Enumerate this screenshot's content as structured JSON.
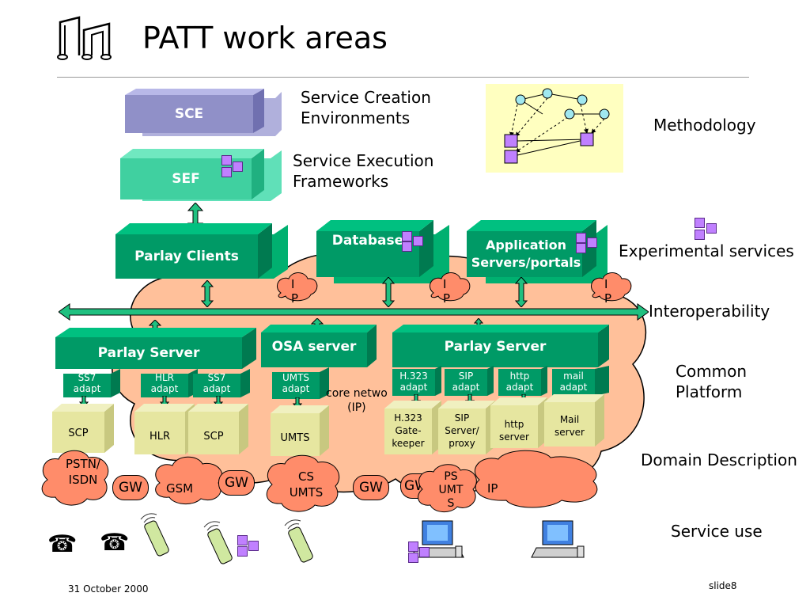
{
  "slide": {
    "title": "PATT work areas",
    "date": "31 October 2000",
    "slide_number": "slide8"
  },
  "row_labels": {
    "sce_label_line1": "Service Creation",
    "sce_label_line2": "Environments",
    "sef_label_line1": "Service Execution",
    "sef_label_line2": "Frameworks",
    "methodology": "Methodology",
    "experimental": "Experimental services",
    "interoperability": "Interoperability",
    "common_platform_line1": "Common",
    "common_platform_line2": "Platform",
    "domain_description": "Domain Description",
    "service_use": "Service use"
  },
  "boxes": {
    "sce": "SCE",
    "sef": "SEF",
    "parlay_clients": "Parlay Clients",
    "databases": "Databases",
    "app_servers_line1": "Application",
    "app_servers_line2": "Servers/portals",
    "parlay_server_left": "Parlay Server",
    "osa_server": "OSA server",
    "parlay_server_right": "Parlay Server"
  },
  "adapters": {
    "ss7_a_1": "SS7",
    "ss7_a_2": "adapt",
    "hlr_1": "HLR",
    "hlr_2": "adapt",
    "ss7_b_1": "SS7",
    "ss7_b_2": "adapt",
    "umts_1": "UMTS",
    "umts_2": "adapt",
    "h323_1": "H.323",
    "h323_2": "adapt",
    "sip_1": "SIP",
    "sip_2": "adapt",
    "http_1": "http",
    "http_2": "adapt",
    "mail_1": "mail",
    "mail_2": "adapt"
  },
  "nodes": {
    "scp_a": "SCP",
    "hlr": "HLR",
    "scp_b": "SCP",
    "umts": "UMTS",
    "h323_line1": "H.323",
    "h323_line2": "Gate-",
    "h323_line3": "keeper",
    "sip_line1": "SIP",
    "sip_line2": "Server/",
    "sip_line3": "proxy",
    "http_line1": "http",
    "http_line2": "server",
    "mail_line1": "Mail",
    "mail_line2": "server"
  },
  "core": {
    "line1": "core netwo",
    "line2": "(IP)"
  },
  "ip_clouds": [
    "I",
    "P",
    "I",
    "P",
    "I",
    "P"
  ],
  "networks": {
    "pstn_line1": "PSTN/",
    "pstn_line2": "ISDN",
    "gw1": "GW",
    "gsm": "GSM",
    "gw2": "GW",
    "cs_line1": "CS",
    "cs_line2": "UMTS",
    "gw3": "GW",
    "gw4": "GW",
    "ps_line1": "PS",
    "ps_line2": "UMT",
    "ps_line3": "S",
    "ip": "IP"
  },
  "colors": {
    "sce": "#9090c8",
    "sef": "#40d0a0",
    "green_box": "#009a66",
    "green_top": "#00c080",
    "node_yellow": "#e6e6a0",
    "cloud_orange": "#ffc09a",
    "cloud_salmon": "#ff8c6a",
    "methodology_bg": "#ffffc0",
    "square": "#c080ff"
  },
  "icons": [
    "phone-icon",
    "mobile-phone-icon",
    "computer-icon",
    "squares-icon"
  ]
}
